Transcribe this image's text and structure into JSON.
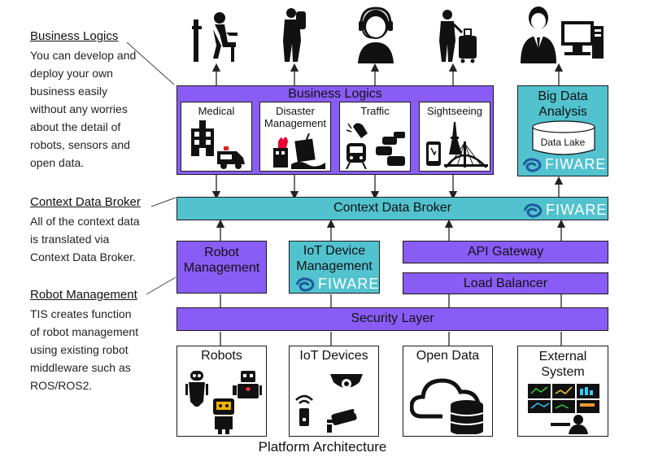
{
  "notes": [
    {
      "title": "Business Logics",
      "body": "You can develop and\ndeploy your own\nbusiness easily\nwithout any worries\nabout the detail of\nrobots, sensors and\nopen data."
    },
    {
      "title": "Context Data Broker",
      "body": "All of the context data\nis translated via\nContext Data Broker."
    },
    {
      "title": "Robot Management",
      "body": "TIS creates function\nof robot management\nusing existing robot\nmiddleware such as\nROS/ROS2."
    }
  ],
  "business_logics": {
    "title": "Business Logics",
    "items": [
      {
        "label": "Medical",
        "icon": "hospital-ambulance-icon"
      },
      {
        "label": "Disaster\nManagement",
        "icon": "disaster-icon"
      },
      {
        "label": "Traffic",
        "icon": "traffic-icon"
      },
      {
        "label": "Sightseeing",
        "icon": "sightseeing-icon"
      }
    ]
  },
  "big_data": {
    "title": "Big Data\nAnalysis",
    "lake": "Data Lake"
  },
  "context_broker": "Context Data Broker",
  "robot_management": "Robot\nManagement",
  "iot_device_management": "IoT Device\nManagement",
  "api_gateway": "API Gateway",
  "load_balancer": "Load Balancer",
  "security_layer": "Security Layer",
  "sources": [
    {
      "label": "Robots",
      "icon": "robots-icon"
    },
    {
      "label": "IoT Devices",
      "icon": "iot-devices-icon"
    },
    {
      "label": "Open Data",
      "icon": "cloud-database-icon"
    },
    {
      "label": "External\nSystem",
      "icon": "monitoring-station-icon"
    }
  ],
  "users": [
    {
      "icon": "wheelchair-user-icon"
    },
    {
      "icon": "rescuer-icon"
    },
    {
      "icon": "operator-headset-icon"
    },
    {
      "icon": "tourist-luggage-icon"
    },
    {
      "icon": "analyst-computer-icon"
    }
  ],
  "fiware_logo": "FIWARE",
  "caption": "Platform Architecture",
  "colors": {
    "purple": "#8a5cf6",
    "teal": "#52c2cf",
    "line": "#222222"
  }
}
